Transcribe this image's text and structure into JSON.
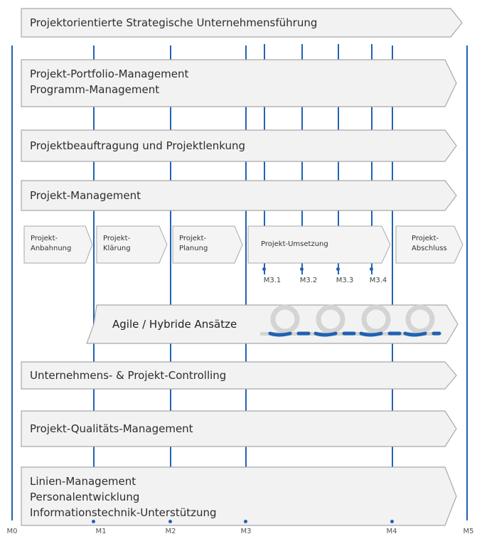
{
  "bands": {
    "strategic": "Projektorientierte Strategische Unternehmensführung",
    "portfolio": [
      "Projekt-Portfolio-Management",
      "Programm-Management"
    ],
    "beauftragung": "Projektbeauftragung und Projektlenkung",
    "pm": "Projekt-Management",
    "controlling": "Unternehmens- & Projekt-Controlling",
    "quality": "Projekt-Qualitäts-Management",
    "line": [
      "Linien-Management",
      "Personalentwicklung",
      "Informationstechnik-Unterstützung"
    ]
  },
  "phases": [
    [
      "Projekt-",
      "Anbahnung"
    ],
    [
      "Projekt-",
      "Klärung"
    ],
    [
      "Projekt-",
      "Planung"
    ],
    [
      "Projekt-Umsetzung"
    ],
    [
      "Projekt-",
      "Abschluss"
    ]
  ],
  "agile": {
    "label": "Agile / Hybride Ansätze"
  },
  "milestones": [
    "M0",
    "M1",
    "M2",
    "M3",
    "M4",
    "M5"
  ],
  "sub_milestones": [
    "M3.1",
    "M3.2",
    "M3.3",
    "M3.4"
  ],
  "colors": {
    "line": "#1f63b2",
    "band_fill": "#f2f2f2",
    "band_stroke": "#a9a9a9",
    "swirl_blue": "#1f63b2",
    "swirl_grey": "#d4d4d4"
  }
}
